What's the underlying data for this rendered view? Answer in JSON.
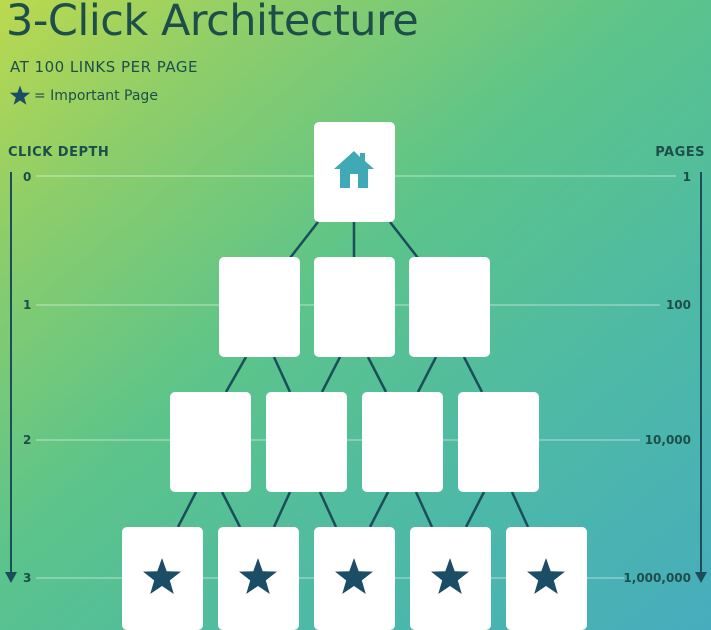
{
  "title": "3-Click Architecture",
  "subtitle": "AT 100 LINKS PER PAGE",
  "legend": {
    "text": "= Important Page",
    "icon": "star-icon"
  },
  "headers": {
    "left": "CLICK DEPTH",
    "right": "PAGES"
  },
  "levels": [
    {
      "depth": "0",
      "pages": "1"
    },
    {
      "depth": "1",
      "pages": "100"
    },
    {
      "depth": "2",
      "pages": "10,000"
    },
    {
      "depth": "3",
      "pages": "1,000,000"
    }
  ],
  "icons": {
    "root": "home-icon",
    "important": "star-icon"
  },
  "colors": {
    "line": "#1b4d5a",
    "box": "#ffffff",
    "home": "#3fa9b5",
    "star": "#1b4d64",
    "text": "#1d4e4a"
  }
}
